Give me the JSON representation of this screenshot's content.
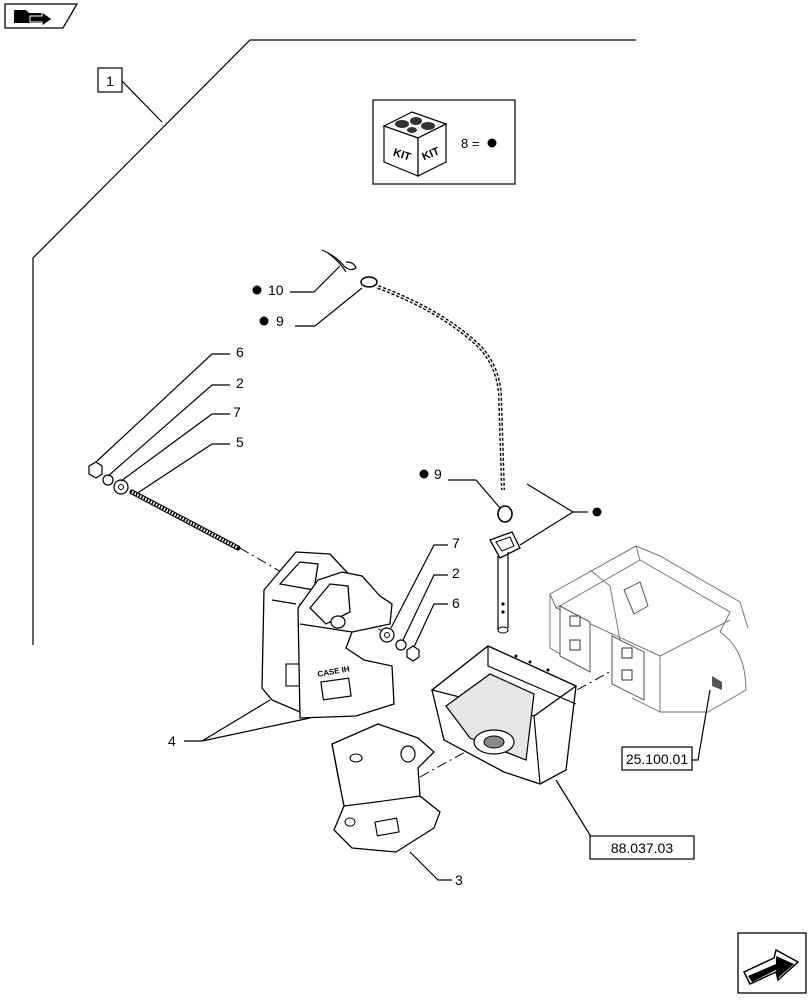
{
  "header": {
    "icon": "folder-arrow-icon"
  },
  "footer": {
    "icon": "next-page-arrow-icon"
  },
  "kit_box": {
    "icon": "kit-box-icon",
    "kit_text_1": "KIT",
    "kit_text_2": "KIT",
    "legend": "8 ="
  },
  "callouts": {
    "group": "1",
    "c10": "10",
    "c9a": "9",
    "c9b": "9",
    "c6a": "6",
    "c2a": "2",
    "c7a": "7",
    "c5": "5",
    "c7b": "7",
    "c2b": "2",
    "c6b": "6",
    "c4": "4",
    "c3": "3"
  },
  "weight_logo": "CASE IH",
  "references": {
    "ref_frame": "25.100.01",
    "ref_bracket": "88.037.03"
  },
  "colors": {
    "line": "#000000",
    "background": "#ffffff"
  }
}
